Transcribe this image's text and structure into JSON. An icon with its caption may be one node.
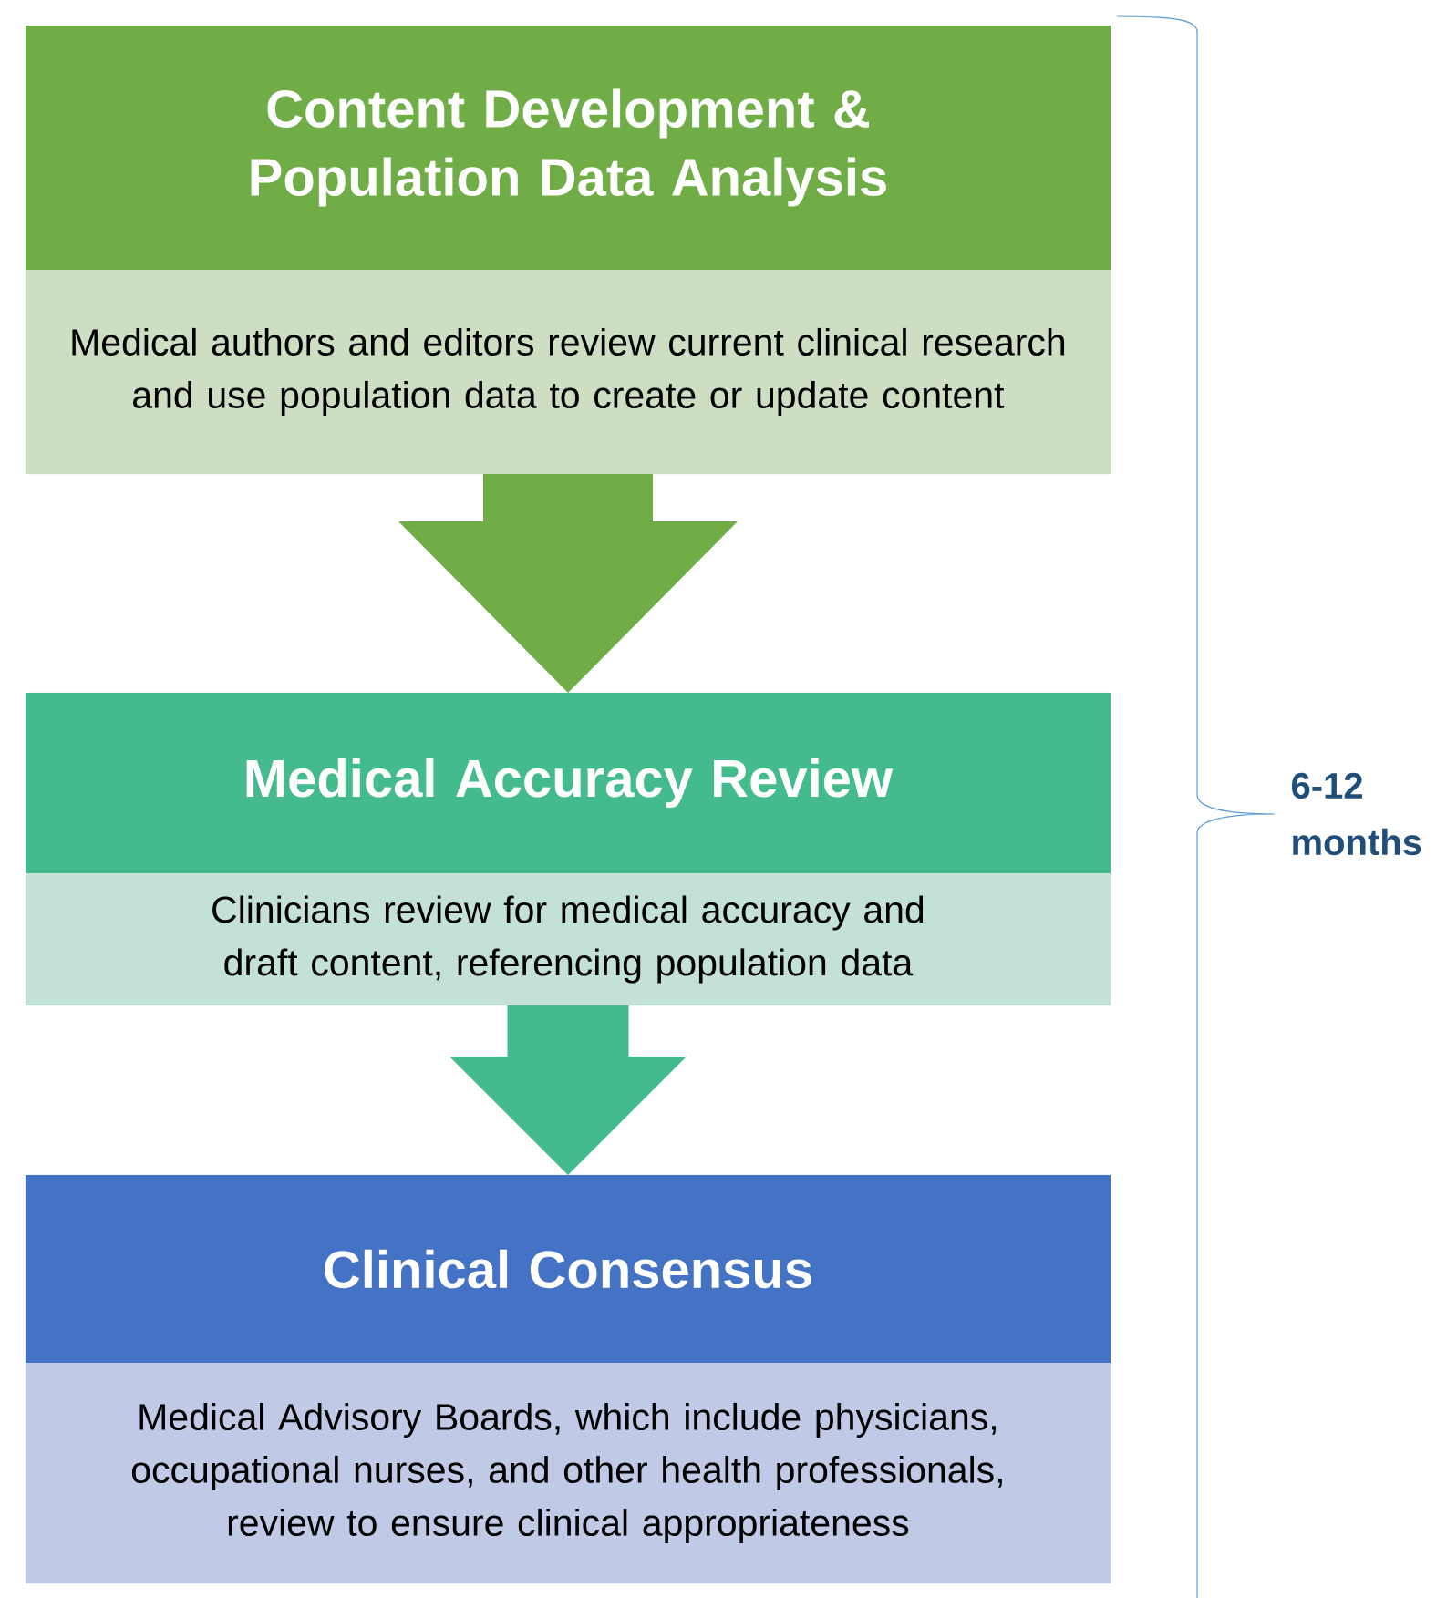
{
  "diagram": {
    "nodes": [
      {
        "text": [
          "Content Development & Population Data Analysis",
          "Medical authors and editors review current clinical research and use population data to create or update content"
        ]
      },
      {
        "text": [
          "Medical Accuracy Review",
          "Clinicians review for medical accuracy and draft content, referencing population data"
        ]
      },
      {
        "text": [
          "Clinical Consensus",
          "Medical Advisory Boards, which include physicians, occupational nurses, and other health professionals, review to ensure clinical appropriateness"
        ]
      }
    ],
    "edges": [
      {
        "from": 0,
        "to": 1,
        "arrow": "to"
      },
      {
        "from": 1,
        "to": 2,
        "arrow": "to",
        "color": "#44bb8c"
      }
    ],
    "labels": [
      "6-12 months"
    ]
  }
}
